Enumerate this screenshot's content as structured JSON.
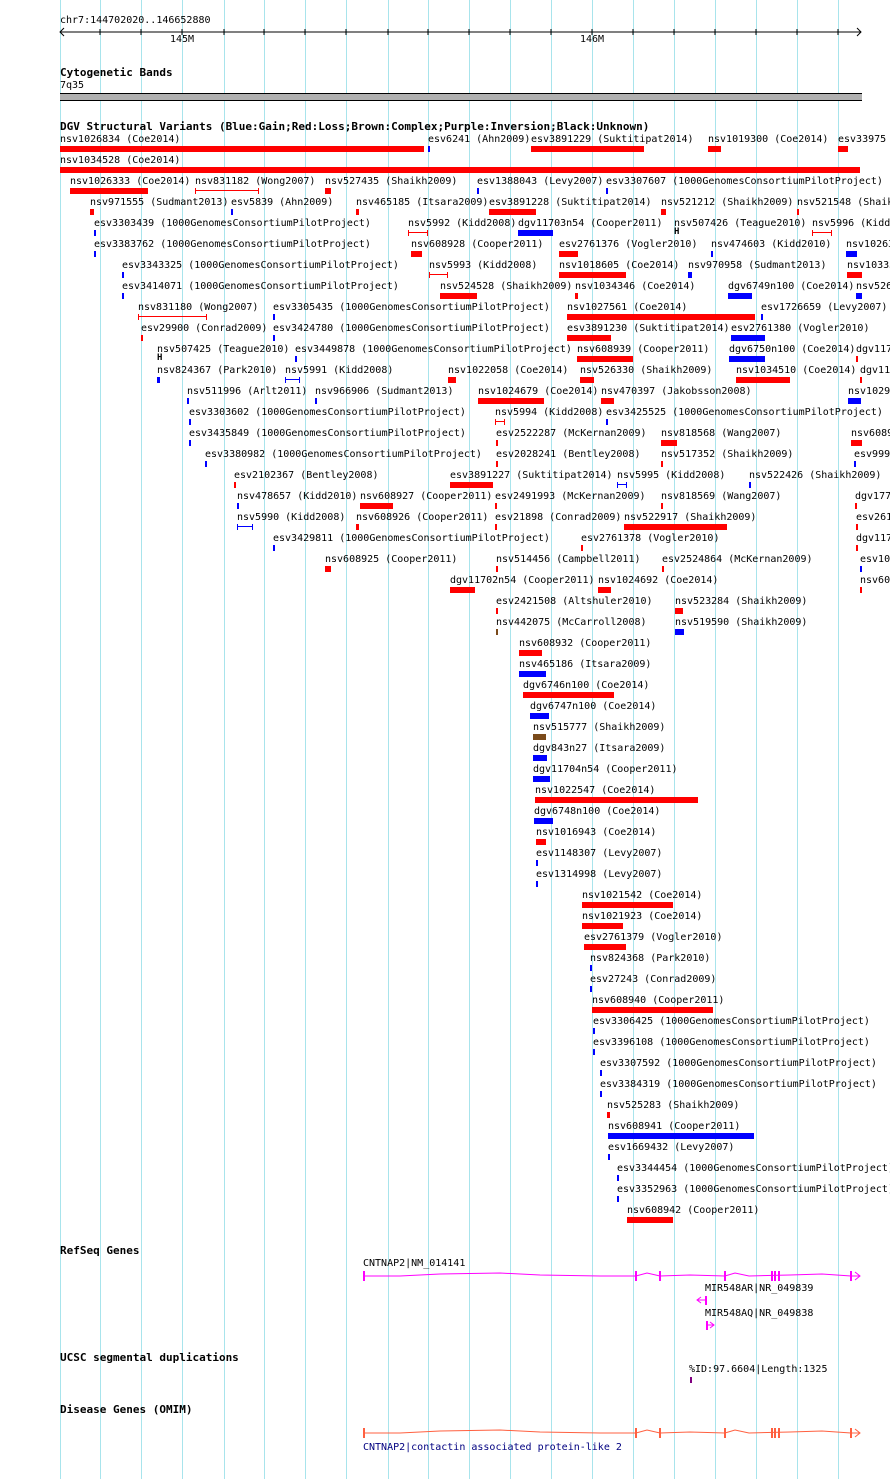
{
  "ruler": {
    "location": "chr7:144702020..146652880",
    "ticks": [
      "145M",
      "146M"
    ]
  },
  "tracks": {
    "cyto": {
      "title": "Cytogenetic Bands",
      "band": "7q35"
    },
    "dgv": {
      "title": "DGV Structural Variants (Blue:Gain;Red:Loss;Brown:Complex;Purple:Inversion;Black:Unknown)"
    },
    "refseq": {
      "title": "RefSeq Genes",
      "genes": [
        "CNTNAP2|NM_014141",
        "MIR548AR|NR_049839",
        "MIR548AQ|NR_049838"
      ]
    },
    "segdup": {
      "title": "UCSC segmental duplications",
      "item": "%ID:97.6604|Length:1325"
    },
    "omim": {
      "title": "Disease Genes (OMIM)",
      "item": "CNTNAP2|contactin associated protein-like 2"
    }
  },
  "colors": {
    "gain": "#0000ff",
    "loss": "#ff0000",
    "complex": "#7a4a1a",
    "unknown": "#000000",
    "refseq": "#ff00ff",
    "omim": "#ff6040",
    "segdup": "#800080",
    "omim_label": "#000080"
  },
  "variants": [
    {
      "label": "nsv1026834 (Coe2014)",
      "type": "loss"
    },
    {
      "label": "esv6241 (Ahn2009)",
      "type": "gain"
    },
    {
      "label": "esv3891229 (Suktitipat2014)",
      "type": "loss"
    },
    {
      "label": "nsv1019300 (Coe2014)",
      "type": "loss"
    },
    {
      "label": "esv33975",
      "type": "loss"
    },
    {
      "label": "nsv1034528 (Coe2014)",
      "type": "loss"
    },
    {
      "label": "nsv1026333 (Coe2014)",
      "type": "loss"
    },
    {
      "label": "nsv831182 (Wong2007)",
      "type": "loss"
    },
    {
      "label": "nsv527435 (Shaikh2009)",
      "type": "loss"
    },
    {
      "label": "esv1388043 (Levy2007)",
      "type": "gain"
    },
    {
      "label": "esv3307607 (1000GenomesConsortiumPilotProject)",
      "type": "gain"
    },
    {
      "label": "nsv971555 (Sudmant2013)",
      "type": "loss"
    },
    {
      "label": "esv5839 (Ahn2009)",
      "type": "gain"
    },
    {
      "label": "nsv465185 (Itsara2009)",
      "type": "loss"
    },
    {
      "label": "esv3891228 (Suktitipat2014)",
      "type": "loss"
    },
    {
      "label": "nsv521212 (Shaikh2009)",
      "type": "loss"
    },
    {
      "label": "nsv521548 (Shaikh2009)",
      "type": "loss"
    },
    {
      "label": "esv3303439 (1000GenomesConsortiumPilotProject)",
      "type": "gain"
    },
    {
      "label": "nsv5992 (Kidd2008)",
      "type": "loss"
    },
    {
      "label": "dgv11703n54 (Cooper2011)",
      "type": "gain"
    },
    {
      "label": "nsv507426 (Teague2010)",
      "type": "unknown"
    },
    {
      "label": "nsv5996 (Kidd2008)",
      "type": "loss"
    },
    {
      "label": "esv3383762 (1000GenomesConsortiumPilotProject)",
      "type": "gain"
    },
    {
      "label": "nsv608928 (Cooper2011)",
      "type": "loss"
    },
    {
      "label": "esv2761376 (Vogler2010)",
      "type": "loss"
    },
    {
      "label": "nsv474603 (Kidd2010)",
      "type": "gain"
    },
    {
      "label": "nsv10263",
      "type": "gain"
    },
    {
      "label": "esv3343325 (1000GenomesConsortiumPilotProject)",
      "type": "gain"
    },
    {
      "label": "nsv5993 (Kidd2008)",
      "type": "loss"
    },
    {
      "label": "nsv1018605 (Coe2014)",
      "type": "loss"
    },
    {
      "label": "nsv970958 (Sudmant2013)",
      "type": "gain"
    },
    {
      "label": "nsv10333",
      "type": "loss"
    },
    {
      "label": "esv3414071 (1000GenomesConsortiumPilotProject)",
      "type": "gain"
    },
    {
      "label": "nsv524528 (Shaikh2009)",
      "type": "loss"
    },
    {
      "label": "nsv1034346 (Coe2014)",
      "type": "loss"
    },
    {
      "label": "dgv6749n100 (Coe2014)",
      "type": "gain"
    },
    {
      "label": "nsv526",
      "type": "gain"
    },
    {
      "label": "nsv831180 (Wong2007)",
      "type": "loss"
    },
    {
      "label": "esv3305435 (1000GenomesConsortiumPilotProject)",
      "type": "gain"
    },
    {
      "label": "nsv1027561 (Coe2014)",
      "type": "loss"
    },
    {
      "label": "esv1726659 (Levy2007)",
      "type": "gain"
    },
    {
      "label": "esv29900 (Conrad2009)",
      "type": "loss"
    },
    {
      "label": "esv3424780 (1000GenomesConsortiumPilotProject)",
      "type": "gain"
    },
    {
      "label": "esv3891230 (Suktitipat2014)",
      "type": "loss"
    },
    {
      "label": "esv2761380 (Vogler2010)",
      "type": "gain"
    },
    {
      "label": "nsv507425 (Teague2010)",
      "type": "unknown"
    },
    {
      "label": "esv3449878 (1000GenomesConsortiumPilotProject)",
      "type": "gain"
    },
    {
      "label": "nsv608939 (Cooper2011)",
      "type": "loss"
    },
    {
      "label": "dgv6750n100 (Coe2014)",
      "type": "gain"
    },
    {
      "label": "dgv117",
      "type": "loss"
    },
    {
      "label": "nsv824367 (Park2010)",
      "type": "gain"
    },
    {
      "label": "nsv5991 (Kidd2008)",
      "type": "gain"
    },
    {
      "label": "nsv1022058 (Coe2014)",
      "type": "loss"
    },
    {
      "label": "nsv526330 (Shaikh2009)",
      "type": "loss"
    },
    {
      "label": "nsv1034510 (Coe2014)",
      "type": "loss"
    },
    {
      "label": "dgv11",
      "type": "loss"
    },
    {
      "label": "nsv511996 (Arlt2011)",
      "type": "gain"
    },
    {
      "label": "nsv966906 (Sudmant2013)",
      "type": "gain"
    },
    {
      "label": "nsv1024679 (Coe2014)",
      "type": "loss"
    },
    {
      "label": "nsv470397 (Jakobsson2008)",
      "type": "loss"
    },
    {
      "label": "nsv1029",
      "type": "gain"
    },
    {
      "label": "esv3303602 (1000GenomesConsortiumPilotProject)",
      "type": "gain"
    },
    {
      "label": "nsv5994 (Kidd2008)",
      "type": "loss"
    },
    {
      "label": "esv3425525 (1000GenomesConsortiumPilotProject)",
      "type": "gain"
    },
    {
      "label": "esv3435849 (1000GenomesConsortiumPilotProject)",
      "type": "gain"
    },
    {
      "label": "esv2522287 (McKernan2009)",
      "type": "loss"
    },
    {
      "label": "nsv818568 (Wang2007)",
      "type": "loss"
    },
    {
      "label": "nsv6089",
      "type": "loss"
    },
    {
      "label": "esv3380982 (1000GenomesConsortiumPilotProject)",
      "type": "gain"
    },
    {
      "label": "esv2028241 (Bentley2008)",
      "type": "loss"
    },
    {
      "label": "nsv517352 (Shaikh2009)",
      "type": "loss"
    },
    {
      "label": "esv999",
      "type": "gain"
    },
    {
      "label": "esv2102367 (Bentley2008)",
      "type": "loss"
    },
    {
      "label": "esv3891227 (Suktitipat2014)",
      "type": "loss"
    },
    {
      "label": "nsv5995 (Kidd2008)",
      "type": "gain"
    },
    {
      "label": "nsv522426 (Shaikh2009)",
      "type": "gain"
    },
    {
      "label": "nsv478657 (Kidd2010)",
      "type": "gain"
    },
    {
      "label": "nsv608927 (Cooper2011)",
      "type": "loss"
    },
    {
      "label": "esv2491993 (McKernan2009)",
      "type": "loss"
    },
    {
      "label": "nsv818569 (Wang2007)",
      "type": "loss"
    },
    {
      "label": "dgv177",
      "type": "loss"
    },
    {
      "label": "nsv5990 (Kidd2008)",
      "type": "gain"
    },
    {
      "label": "nsv608926 (Cooper2011)",
      "type": "loss"
    },
    {
      "label": "esv21898 (Conrad2009)",
      "type": "loss"
    },
    {
      "label": "nsv522917 (Shaikh2009)",
      "type": "loss"
    },
    {
      "label": "esv261",
      "type": "loss"
    },
    {
      "label": "esv3429811 (1000GenomesConsortiumPilotProject)",
      "type": "gain"
    },
    {
      "label": "esv2761378 (Vogler2010)",
      "type": "loss"
    },
    {
      "label": "dgv117",
      "type": "loss"
    },
    {
      "label": "nsv608925 (Cooper2011)",
      "type": "loss"
    },
    {
      "label": "nsv514456 (Campbell2011)",
      "type": "loss"
    },
    {
      "label": "esv2524864 (McKernan2009)",
      "type": "loss"
    },
    {
      "label": "esv10",
      "type": "gain"
    },
    {
      "label": "dgv11702n54 (Cooper2011)",
      "type": "loss"
    },
    {
      "label": "nsv1024692 (Coe2014)",
      "type": "loss"
    },
    {
      "label": "nsv60",
      "type": "loss"
    },
    {
      "label": "esv2421508 (Altshuler2010)",
      "type": "loss"
    },
    {
      "label": "nsv523284 (Shaikh2009)",
      "type": "loss"
    },
    {
      "label": "nsv442075 (McCarroll2008)",
      "type": "complex"
    },
    {
      "label": "nsv519590 (Shaikh2009)",
      "type": "gain"
    },
    {
      "label": "nsv608932 (Cooper2011)",
      "type": "loss"
    },
    {
      "label": "nsv465186 (Itsara2009)",
      "type": "gain"
    },
    {
      "label": "dgv6746n100 (Coe2014)",
      "type": "loss"
    },
    {
      "label": "dgv6747n100 (Coe2014)",
      "type": "gain"
    },
    {
      "label": "nsv515777 (Shaikh2009)",
      "type": "complex"
    },
    {
      "label": "dgv843n27 (Itsara2009)",
      "type": "gain"
    },
    {
      "label": "dgv11704n54 (Cooper2011)",
      "type": "gain"
    },
    {
      "label": "nsv1022547 (Coe2014)",
      "type": "loss"
    },
    {
      "label": "dgv6748n100 (Coe2014)",
      "type": "gain"
    },
    {
      "label": "nsv1016943 (Coe2014)",
      "type": "loss"
    },
    {
      "label": "esv1148307 (Levy2007)",
      "type": "gain"
    },
    {
      "label": "esv1314998 (Levy2007)",
      "type": "gain"
    },
    {
      "label": "nsv1021542 (Coe2014)",
      "type": "loss"
    },
    {
      "label": "nsv1021923 (Coe2014)",
      "type": "loss"
    },
    {
      "label": "esv2761379 (Vogler2010)",
      "type": "loss"
    },
    {
      "label": "nsv824368 (Park2010)",
      "type": "gain"
    },
    {
      "label": "esv27243 (Conrad2009)",
      "type": "gain"
    },
    {
      "label": "nsv608940 (Cooper2011)",
      "type": "loss"
    },
    {
      "label": "esv3306425 (1000GenomesConsortiumPilotProject)",
      "type": "gain"
    },
    {
      "label": "esv3396108 (1000GenomesConsortiumPilotProject)",
      "type": "gain"
    },
    {
      "label": "esv3307592 (1000GenomesConsortiumPilotProject)",
      "type": "gain"
    },
    {
      "label": "esv3384319 (1000GenomesConsortiumPilotProject)",
      "type": "gain"
    },
    {
      "label": "nsv525283 (Shaikh2009)",
      "type": "loss"
    },
    {
      "label": "nsv608941 (Cooper2011)",
      "type": "gain"
    },
    {
      "label": "esv1669432 (Levy2007)",
      "type": "gain"
    },
    {
      "label": "esv3344454 (1000GenomesConsortiumPilotProject)",
      "type": "gain"
    },
    {
      "label": "esv3352963 (1000GenomesConsortiumPilotProject)",
      "type": "gain"
    },
    {
      "label": "nsv608942 (Cooper2011)",
      "type": "loss"
    }
  ]
}
